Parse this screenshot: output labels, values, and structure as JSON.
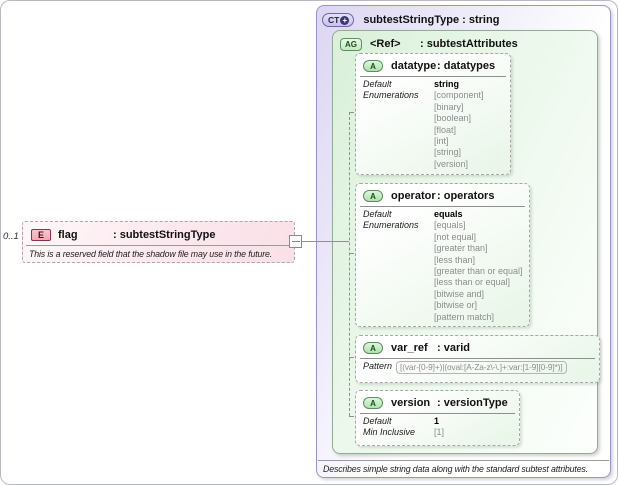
{
  "colors": {
    "ct_fill": "#dcd6f2",
    "ct_border": "#9a93c8",
    "ag_fill": "#d9f0d9",
    "ag_border": "#94ab94",
    "attr_border": "#a6a6a6",
    "badge_green_fill": "#aee2ae",
    "badge_green_border": "#5d8f5d",
    "elem_fill": "#f9e0e7",
    "elem_badge_fill": "#f2a6b4",
    "elem_badge_border": "#8e3048",
    "muted_text": "#8c8c8c",
    "line": "#8f8f8f"
  },
  "element": {
    "cardinality": "0..1",
    "badge": "E",
    "name": "flag",
    "type": ": subtestStringType",
    "annotation": "This is a reserved field that the shadow file may use in the future."
  },
  "ct": {
    "badge": "CT",
    "plus": "+",
    "title": "subtestStringType : string",
    "annotation": "Describes simple string data along with the standard subtest attributes.",
    "ag": {
      "badge": "AG",
      "name": "<Ref>",
      "type": ": subtestAttributes",
      "attributes": [
        {
          "badge": "A",
          "name": "datatype",
          "type": ": datatypes",
          "facets": [
            {
              "label": "Default",
              "values": [
                "string"
              ]
            },
            {
              "label": "Enumerations",
              "values": [
                "[component]",
                "[binary]",
                "[boolean]",
                "[float]",
                "[int]",
                "[string]",
                "[version]"
              ]
            }
          ]
        },
        {
          "badge": "A",
          "name": "operator",
          "type": ": operators",
          "facets": [
            {
              "label": "Default",
              "values": [
                "equals"
              ]
            },
            {
              "label": "Enumerations",
              "values": [
                "[equals]",
                "[not equal]",
                "[greater than]",
                "[less than]",
                "[greater than or equal]",
                "[less than or equal]",
                "[bitwise and]",
                "[bitwise or]",
                "[pattern match]"
              ]
            }
          ]
        },
        {
          "badge": "A",
          "name": "var_ref",
          "type": ": varid",
          "facets": [
            {
              "label": "Pattern",
              "values": [
                "[(var-[0-9]+)|(oval:[A-Za-z\\-\\.]+:var:[1-9][0-9]*)]"
              ]
            }
          ]
        },
        {
          "badge": "A",
          "name": "version",
          "type": ": versionType",
          "facets": [
            {
              "label": "Default",
              "values": [
                "1"
              ]
            },
            {
              "label": "Min Inclusive",
              "values": [
                "[1]"
              ]
            }
          ]
        }
      ]
    }
  }
}
